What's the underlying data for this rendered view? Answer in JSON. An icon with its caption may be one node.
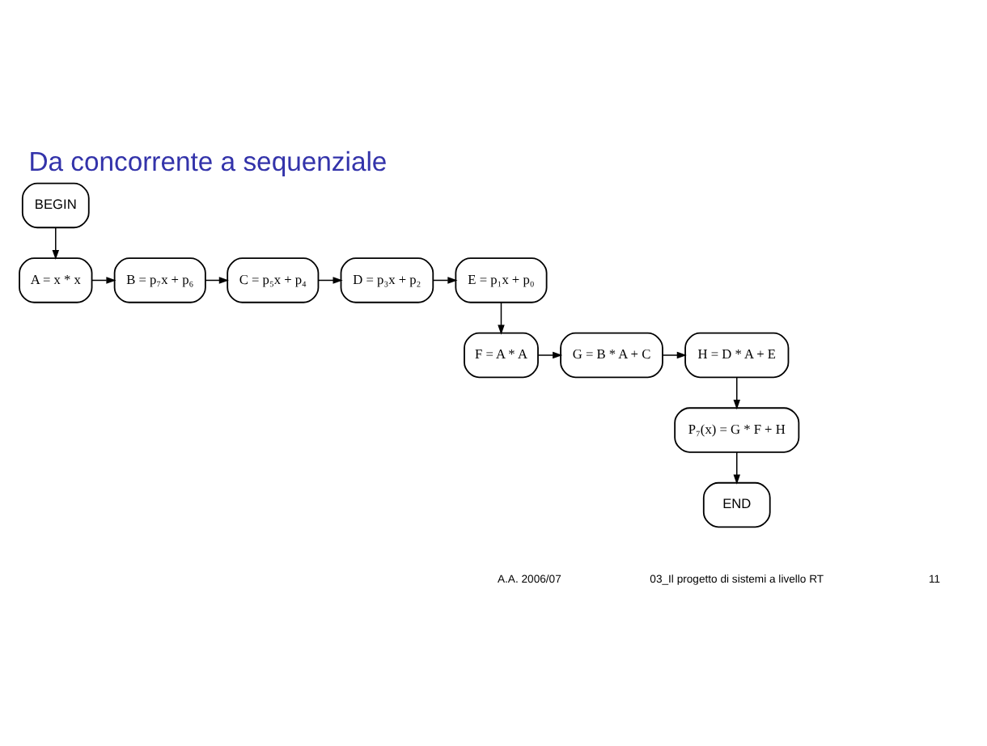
{
  "diagram": {
    "title": "Da concorrente a sequenziale",
    "nodes": [
      {
        "text": [
          "BEGIN"
        ]
      },
      {
        "text": [
          "A = x * x"
        ]
      },
      {
        "text": [
          "B = p₇x + p₆"
        ]
      },
      {
        "text": [
          "C = p₅x + p₄"
        ]
      },
      {
        "text": [
          "D = p₃x + p₂"
        ]
      },
      {
        "text": [
          "E = p₁x + p₀"
        ]
      },
      {
        "text": [
          "F = A * A"
        ]
      },
      {
        "text": [
          "G = B * A + C"
        ]
      },
      {
        "text": [
          "H = D * A + E"
        ]
      },
      {
        "text": [
          "P₇(x) = G * F + H"
        ]
      },
      {
        "text": [
          "END"
        ]
      }
    ],
    "edges": [
      {
        "from": 0,
        "to": 1,
        "arrow": "to"
      },
      {
        "from": 1,
        "to": 2,
        "arrow": "to"
      },
      {
        "from": 2,
        "to": 3,
        "arrow": "to"
      },
      {
        "from": 3,
        "to": 4,
        "arrow": "to"
      },
      {
        "from": 4,
        "to": 5,
        "arrow": "to"
      },
      {
        "from": 5,
        "to": 6,
        "arrow": "to"
      },
      {
        "from": 6,
        "to": 7,
        "arrow": "to"
      },
      {
        "from": 7,
        "to": 8,
        "arrow": "to"
      },
      {
        "from": 8,
        "to": 9,
        "arrow": "to"
      },
      {
        "from": 9,
        "to": 10,
        "arrow": "to"
      }
    ],
    "labels": [
      "A.A. 2006/07",
      "03_Il progetto di sistemi a livello RT",
      "11"
    ]
  }
}
